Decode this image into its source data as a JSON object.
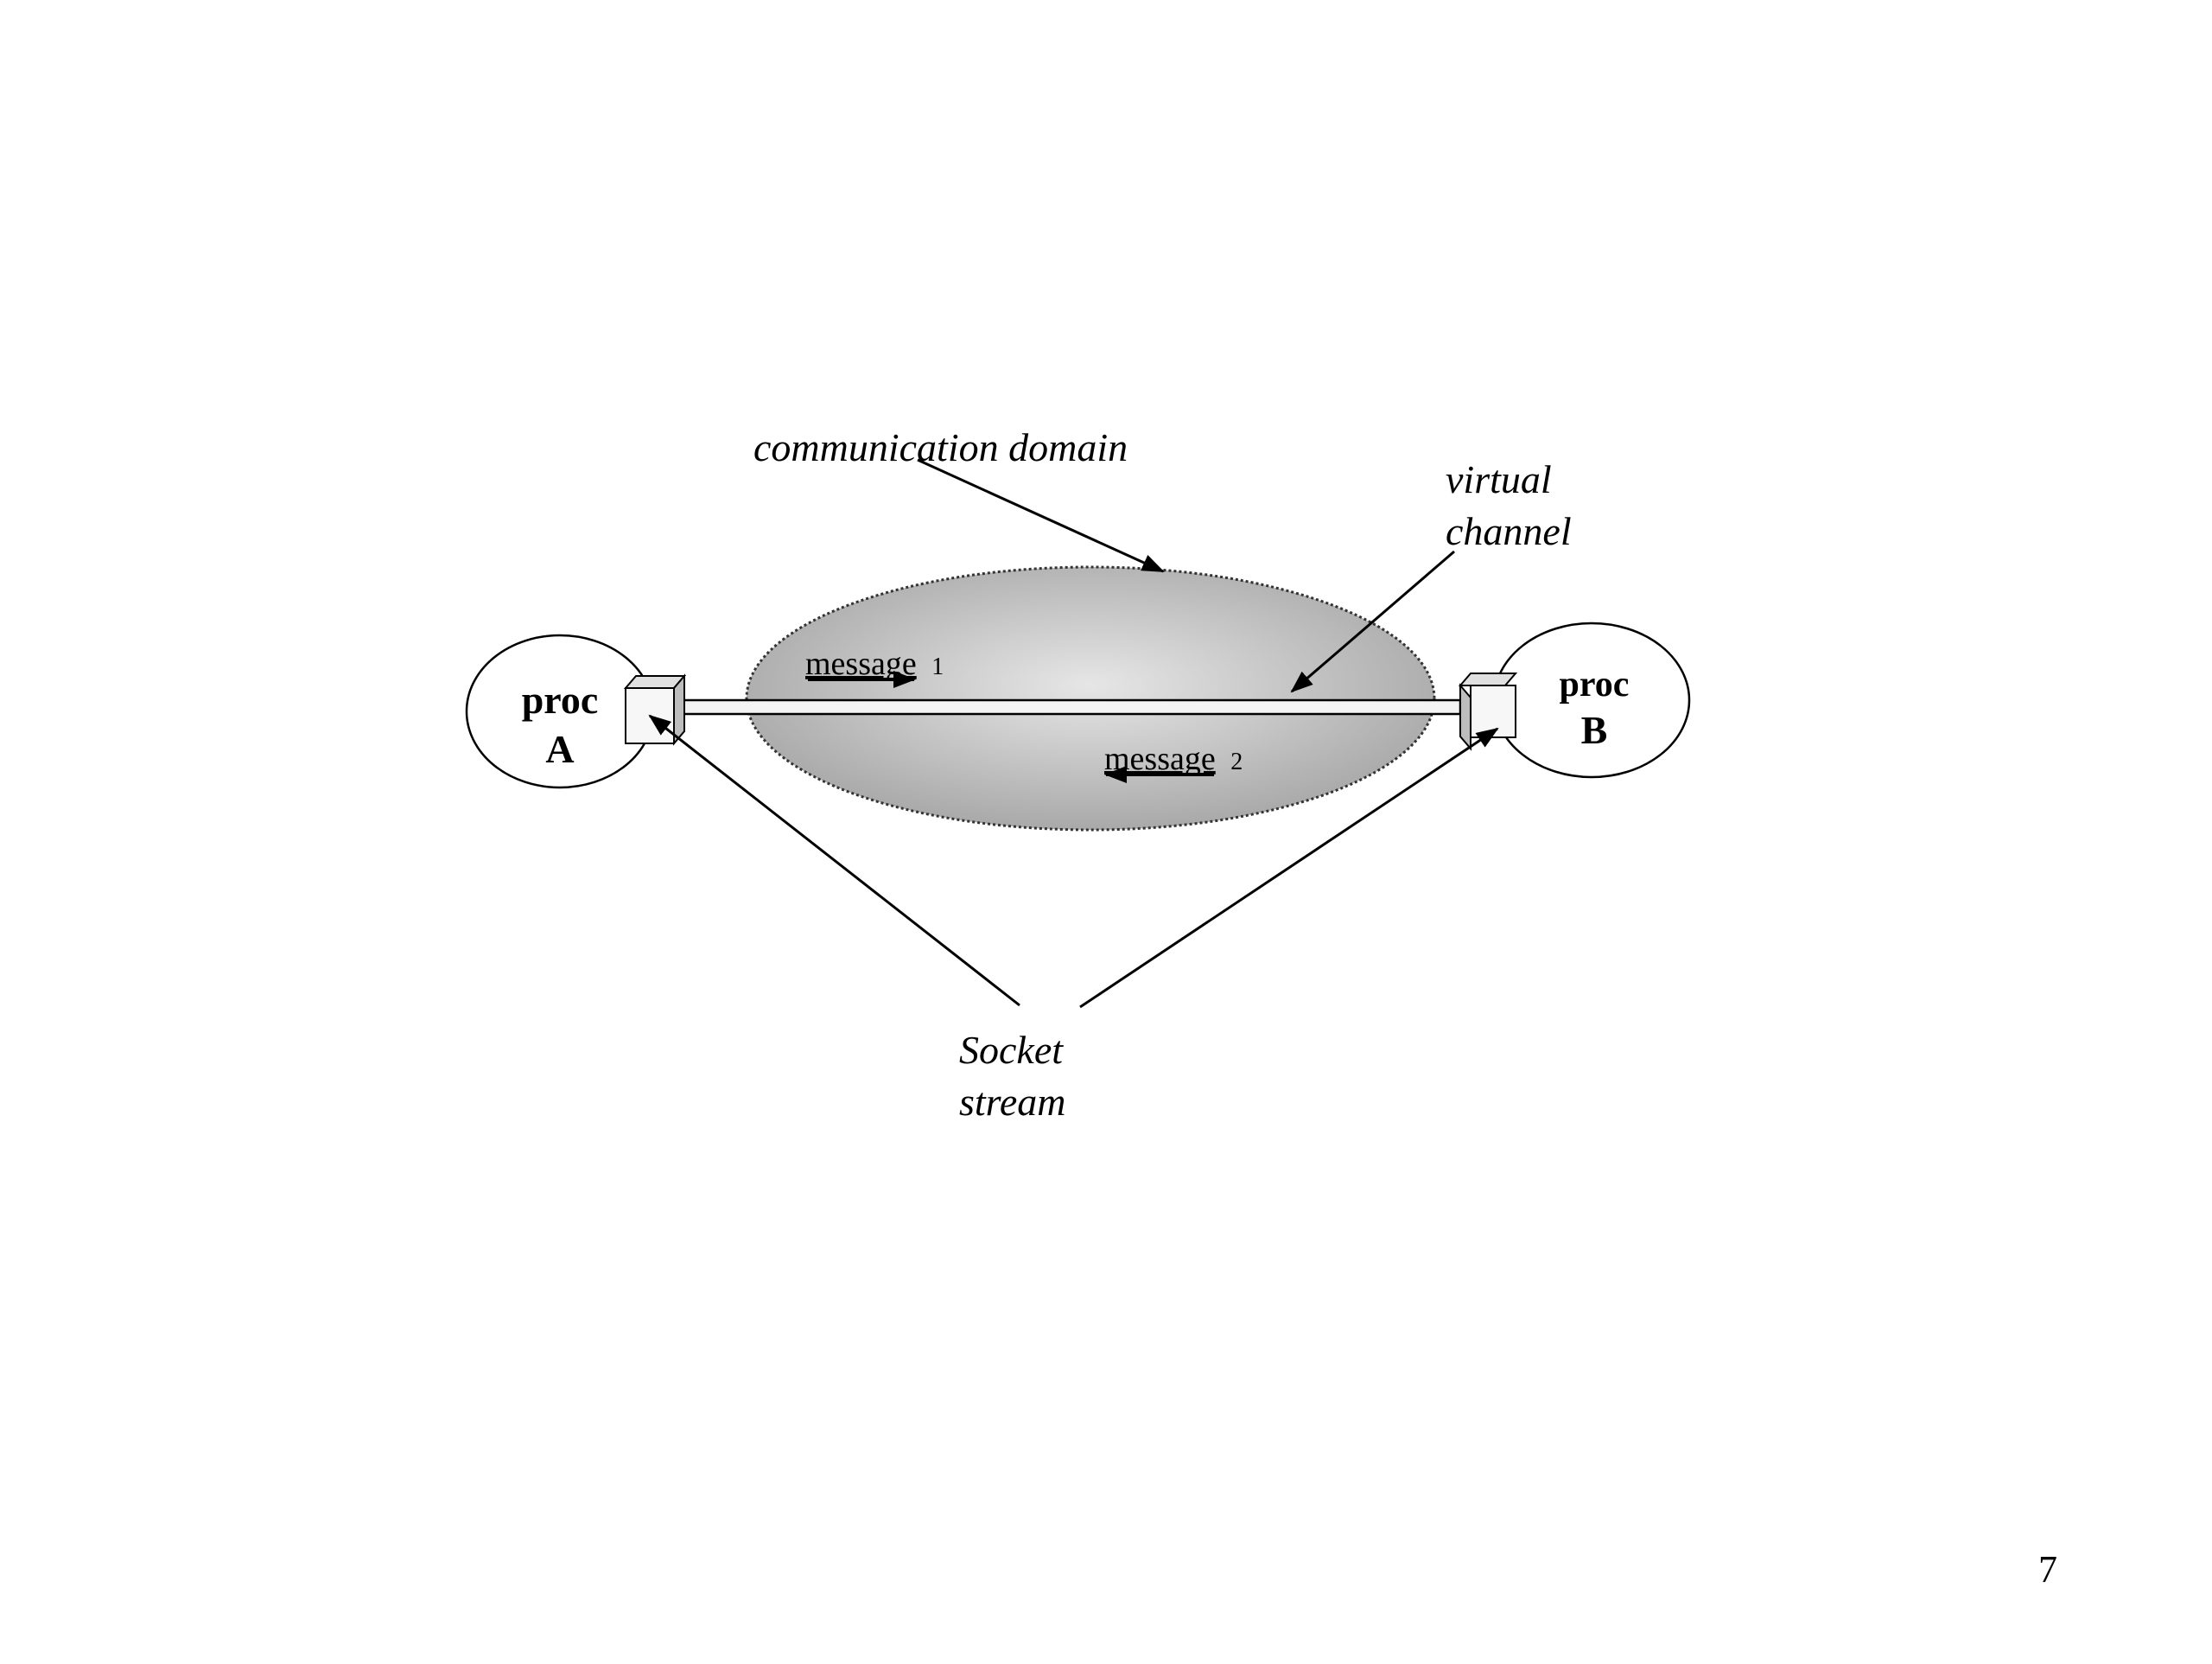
{
  "diagram": {
    "domain_label": "communication domain",
    "virtual_channel_label": [
      "virtual",
      "channel"
    ],
    "socket_stream_label": [
      "Socket",
      "stream"
    ],
    "proc_a": [
      "proc",
      "A"
    ],
    "proc_b": [
      "proc",
      "B"
    ],
    "message1": {
      "text": "message",
      "index": "1"
    },
    "message2": {
      "text": "message",
      "index": "2"
    }
  },
  "page_number": "7",
  "colors": {
    "domain_fill_center": "#e6e6e6",
    "domain_fill_edge": "#a9a9a9",
    "stroke": "#000000"
  }
}
